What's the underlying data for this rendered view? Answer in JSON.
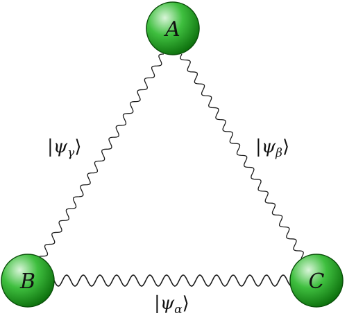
{
  "colors": {
    "node_light": "#d9f5d9",
    "node_mid": "#3fbf3f",
    "node_dark": "#0b6d0b",
    "node_stroke": "#0a4f0a",
    "line": "#1a1a1a"
  },
  "nodes": [
    {
      "id": "A",
      "label": "A"
    },
    {
      "id": "B",
      "label": "B"
    },
    {
      "id": "C",
      "label": "C"
    }
  ],
  "edges": [
    {
      "from": "A",
      "to": "C",
      "label": {
        "open": "|",
        "greek": "ψ",
        "sub": "β",
        "close": "⟩"
      }
    },
    {
      "from": "A",
      "to": "B",
      "label": {
        "open": "|",
        "greek": "ψ",
        "sub": "γ",
        "close": "⟩"
      }
    },
    {
      "from": "B",
      "to": "C",
      "label": {
        "open": "|",
        "greek": "ψ",
        "sub": "α",
        "close": "⟩"
      }
    }
  ]
}
